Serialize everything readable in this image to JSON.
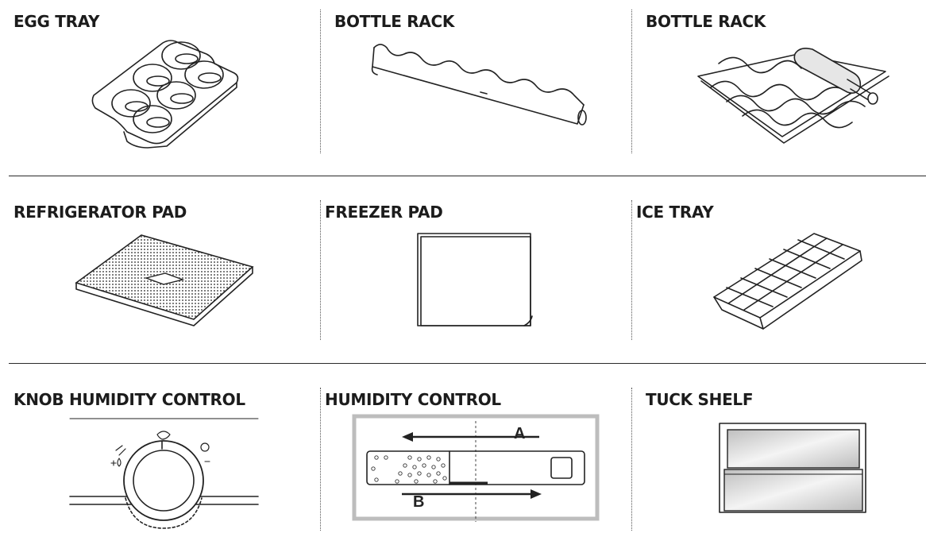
{
  "items": [
    {
      "label": "EGG TRAY"
    },
    {
      "label": "BOTTLE RACK"
    },
    {
      "label": "BOTTLE RACK"
    },
    {
      "label": "REFRIGERATOR PAD"
    },
    {
      "label": "FREEZER PAD"
    },
    {
      "label": "ICE TRAY"
    },
    {
      "label": "KNOB HUMIDITY CONTROL"
    },
    {
      "label": "HUMIDITY CONTROL"
    },
    {
      "label": "TUCK SHELF"
    }
  ],
  "humidity_control": {
    "arrow_a": "A",
    "arrow_b": "B"
  }
}
